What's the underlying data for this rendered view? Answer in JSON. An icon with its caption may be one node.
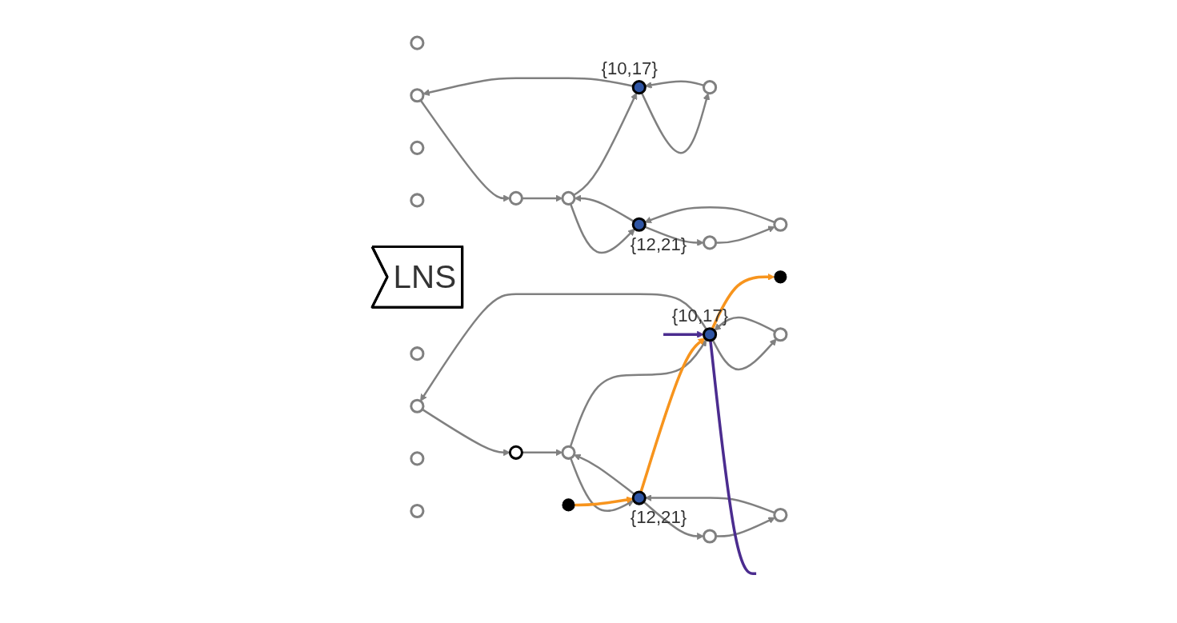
{
  "diagram": {
    "nodes": [
      {
        "text": [],
        "shape": "circle"
      },
      {
        "text": [],
        "shape": "circle"
      },
      {
        "text": [],
        "shape": "circle",
        "beside": [
          "{10,17}"
        ]
      },
      {
        "text": [],
        "shape": "circle"
      },
      {
        "text": [],
        "shape": "circle"
      },
      {
        "text": [],
        "shape": "circle"
      },
      {
        "text": [],
        "shape": "circle"
      },
      {
        "text": [],
        "shape": "circle"
      },
      {
        "text": [],
        "shape": "circle"
      },
      {
        "text": [],
        "shape": "circle",
        "beside": [
          "{12,21}"
        ]
      },
      {
        "text": [],
        "shape": "circle"
      },
      {
        "text": [
          "LNS"
        ]
      },
      {
        "text": [],
        "shape": "circle"
      },
      {
        "text": [],
        "shape": "circle"
      },
      {
        "text": [],
        "shape": "circle",
        "beside": [
          "{10,17}"
        ]
      },
      {
        "text": [],
        "shape": "circle"
      },
      {
        "text": [],
        "shape": "circle"
      },
      {
        "text": [],
        "shape": "circle"
      },
      {
        "text": [],
        "shape": "circle"
      },
      {
        "text": [],
        "shape": "circle"
      },
      {
        "text": [],
        "shape": "circle"
      },
      {
        "text": [],
        "shape": "circle",
        "beside": [
          "{12,21}"
        ]
      },
      {
        "text": [],
        "shape": "circle"
      },
      {
        "text": [],
        "shape": "circle"
      },
      {
        "text": [],
        "shape": "circle"
      }
    ],
    "edges": [
      {
        "from": 2,
        "to": 1,
        "arrow": "to"
      },
      {
        "from": 1,
        "to": 3,
        "arrow": "to"
      },
      {
        "from": 3,
        "to": 5,
        "arrow": "to"
      },
      {
        "from": 5,
        "to": 2,
        "arrow": "to"
      },
      {
        "from": 2,
        "to": 4,
        "arrow": "to"
      },
      {
        "from": 4,
        "to": 2,
        "arrow": "to"
      },
      {
        "from": 9,
        "to": 5,
        "arrow": "to"
      },
      {
        "from": 5,
        "to": 9,
        "arrow": "to"
      },
      {
        "from": 9,
        "to": 7,
        "arrow": "to"
      },
      {
        "from": 7,
        "to": 10,
        "arrow": "to"
      },
      {
        "from": 10,
        "to": 9,
        "arrow": "to"
      },
      {
        "from": 14,
        "to": 13,
        "arrow": "to"
      },
      {
        "from": 13,
        "to": 15,
        "arrow": "to"
      },
      {
        "from": 15,
        "to": 17,
        "arrow": "to"
      },
      {
        "from": 17,
        "to": 14,
        "arrow": "to"
      },
      {
        "from": 14,
        "to": 16,
        "arrow": "to"
      },
      {
        "from": 16,
        "to": 14,
        "arrow": "to"
      },
      {
        "from": 21,
        "to": 17,
        "arrow": "to"
      },
      {
        "from": 17,
        "to": 21,
        "arrow": "to"
      },
      {
        "from": 21,
        "to": 19,
        "arrow": "to"
      },
      {
        "from": 19,
        "to": 22,
        "arrow": "to"
      },
      {
        "from": 22,
        "to": 21,
        "arrow": "to"
      },
      {
        "from": 14,
        "to": 23,
        "arrow": "to",
        "color": "#f7941d"
      },
      {
        "from": 21,
        "to": 14,
        "arrow": "to",
        "color": "#f7941d"
      },
      {
        "from": 24,
        "to": 21,
        "arrow": "to",
        "color": "#f7941d"
      },
      {
        "from": 14,
        "to": null,
        "arrow": "none",
        "color": "#4b2c8f"
      },
      {
        "from": null,
        "to": 14,
        "arrow": "to",
        "color": "#4b2c8f"
      }
    ]
  }
}
